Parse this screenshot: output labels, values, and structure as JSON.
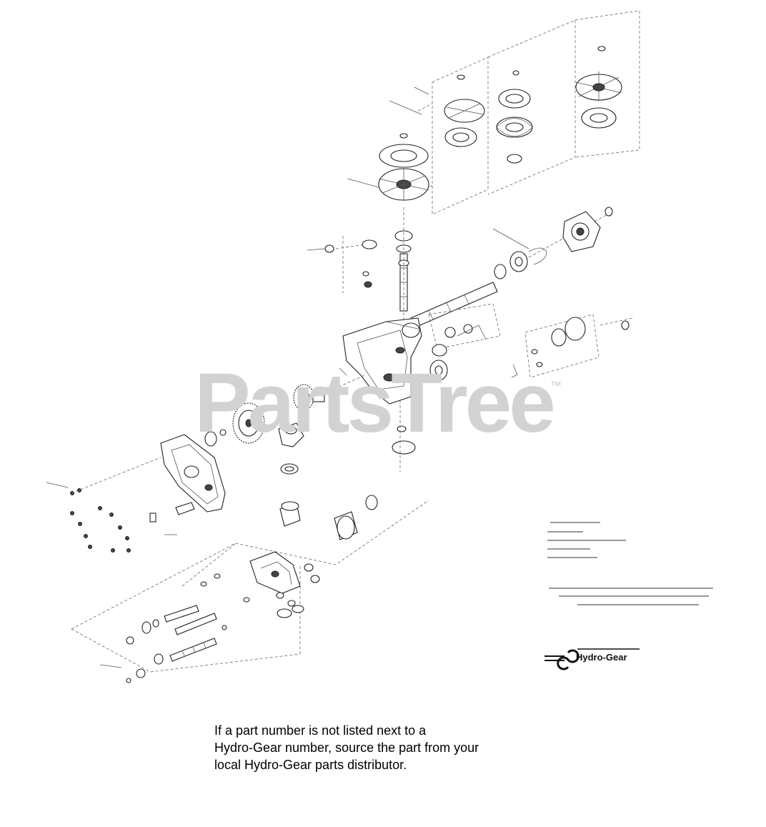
{
  "watermark": {
    "text": "PartsTree",
    "trademark": "™"
  },
  "brand": {
    "name": "Hydro-Gear"
  },
  "note": {
    "lines": [
      "If a part number is not listed next to a",
      "Hydro-Gear number, source the part from your",
      "local Hydro-Gear parts distributor."
    ]
  },
  "colors": {
    "background": "#ffffff",
    "line_art": "#222222",
    "watermark": "#d2d2d2",
    "text": "#000000"
  }
}
